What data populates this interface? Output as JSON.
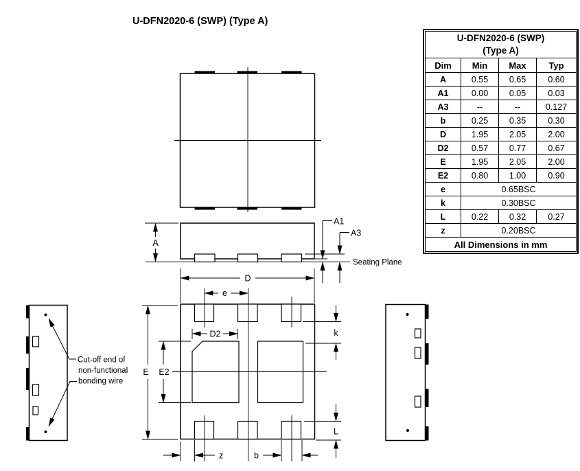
{
  "page": {
    "title": "U-DFN2020-6 (SWP) (Type A)"
  },
  "dimensions_table": {
    "title_line1": "U-DFN2020-6 (SWP)",
    "title_line2": "(Type A)",
    "headers": [
      "Dim",
      "Min",
      "Max",
      "Typ"
    ],
    "rows": [
      {
        "dim": "A",
        "min": "0.55",
        "max": "0.65",
        "typ": "0.60"
      },
      {
        "dim": "A1",
        "min": "0.00",
        "max": "0.05",
        "typ": "0.03"
      },
      {
        "dim": "A3",
        "min": "--",
        "max": "--",
        "typ": "0.127"
      },
      {
        "dim": "b",
        "min": "0.25",
        "max": "0.35",
        "typ": "0.30"
      },
      {
        "dim": "D",
        "min": "1.95",
        "max": "2.05",
        "typ": "2.00"
      },
      {
        "dim": "D2",
        "min": "0.57",
        "max": "0.77",
        "typ": "0.67"
      },
      {
        "dim": "E",
        "min": "1.95",
        "max": "2.05",
        "typ": "2.00"
      },
      {
        "dim": "E2",
        "min": "0.80",
        "max": "1.00",
        "typ": "0.90"
      },
      {
        "dim": "e",
        "span": "0.65BSC"
      },
      {
        "dim": "k",
        "span": "0.30BSC"
      },
      {
        "dim": "L",
        "min": "0.22",
        "max": "0.32",
        "typ": "0.27"
      },
      {
        "dim": "z",
        "span": "0.20BSC"
      }
    ],
    "footer": "All Dimensions in mm"
  },
  "drawing_labels": {
    "a": "A",
    "a1": "A1",
    "a3": "A3",
    "seating_plane": "Seating Plane",
    "d": "D",
    "e": "e",
    "d2": "D2",
    "e_cap": "E",
    "e2": "E2",
    "k": "k",
    "l": "L",
    "z": "z",
    "b": "b"
  },
  "annotation": {
    "line1": "Cut-off end of",
    "line2": "non-functional",
    "line3": "bonding wire"
  },
  "colors": {
    "line": "#000000",
    "background": "#ffffff"
  }
}
